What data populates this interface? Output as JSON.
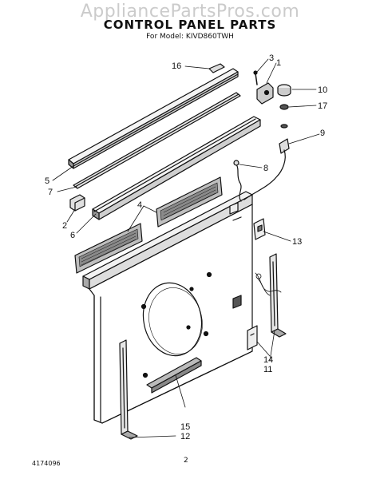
{
  "watermark": "AppliancePartsPros.com",
  "title": "CONTROL PANEL PARTS",
  "model_line": "For Model: KIVD860TWH",
  "footer": {
    "doc_number": "4174096",
    "page_number": "2"
  },
  "callouts": [
    {
      "id": "c3",
      "label": "3"
    },
    {
      "id": "c1",
      "label": "1"
    },
    {
      "id": "c16",
      "label": "16"
    },
    {
      "id": "c10",
      "label": "10"
    },
    {
      "id": "c17",
      "label": "17"
    },
    {
      "id": "c9",
      "label": "9"
    },
    {
      "id": "c8",
      "label": "8"
    },
    {
      "id": "c5",
      "label": "5"
    },
    {
      "id": "c7",
      "label": "7"
    },
    {
      "id": "c2",
      "label": "2"
    },
    {
      "id": "c4",
      "label": "4"
    },
    {
      "id": "c6",
      "label": "6"
    },
    {
      "id": "c13",
      "label": "13"
    },
    {
      "id": "c14",
      "label": "14"
    },
    {
      "id": "c11",
      "label": "11"
    },
    {
      "id": "c15",
      "label": "15"
    },
    {
      "id": "c12",
      "label": "12"
    }
  ]
}
